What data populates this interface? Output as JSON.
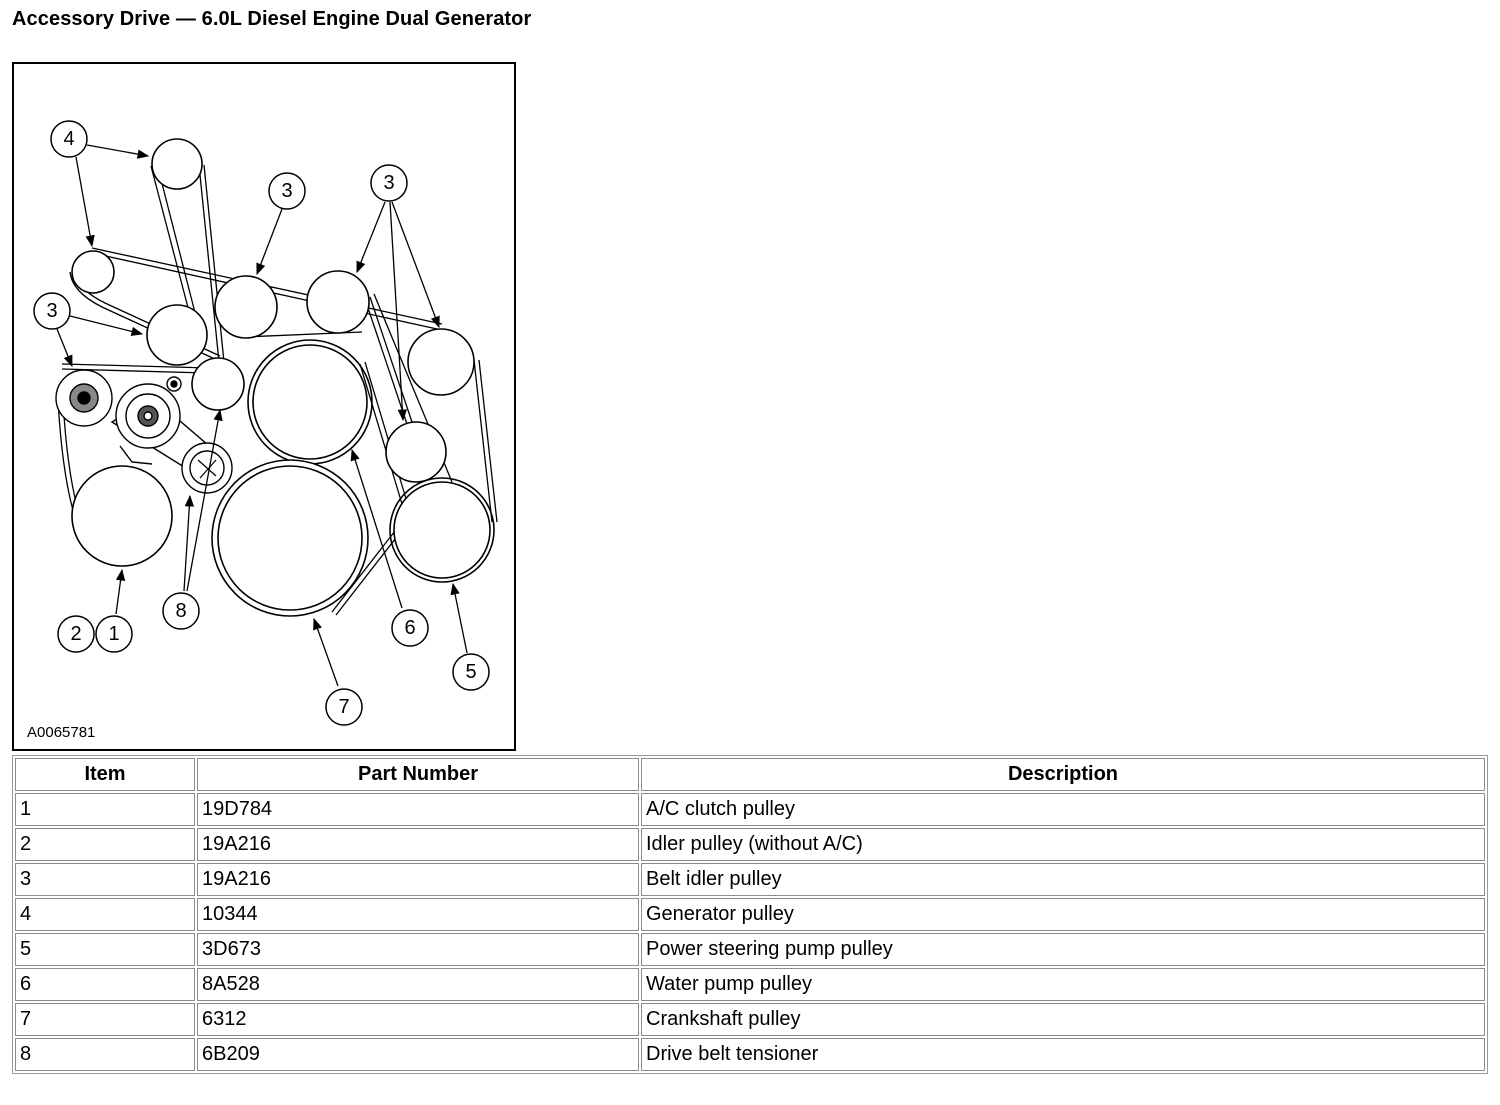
{
  "title": "Accessory Drive — 6.0L Diesel Engine Dual Generator",
  "figure": {
    "id": "A0065781",
    "callouts": [
      "4",
      "3",
      "3",
      "3",
      "2",
      "1",
      "8",
      "7",
      "6",
      "5"
    ]
  },
  "table": {
    "headers": [
      "Item",
      "Part Number",
      "Description"
    ],
    "rows": [
      [
        "1",
        "19D784",
        "A/C clutch pulley"
      ],
      [
        "2",
        "19A216",
        "Idler pulley (without A/C)"
      ],
      [
        "3",
        "19A216",
        "Belt idler pulley"
      ],
      [
        "4",
        "10344",
        "Generator pulley"
      ],
      [
        "5",
        "3D673",
        "Power steering pump pulley"
      ],
      [
        "6",
        "8A528",
        "Water pump pulley"
      ],
      [
        "7",
        "6312",
        "Crankshaft pulley"
      ],
      [
        "8",
        "6B209",
        "Drive belt tensioner"
      ]
    ]
  }
}
